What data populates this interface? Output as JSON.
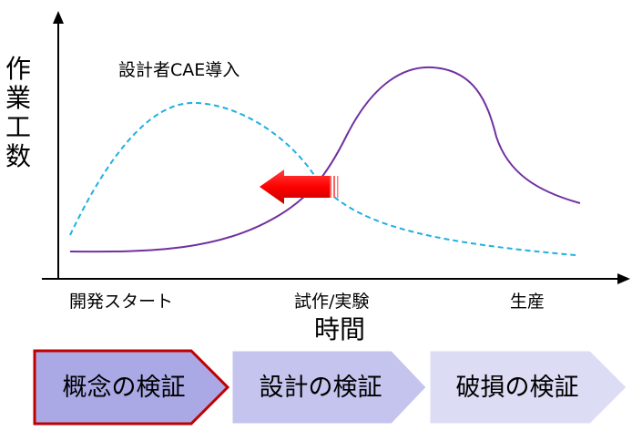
{
  "y_axis_label": "作業工数",
  "x_axis_label": "時間",
  "annotation": "設計者CAE導入",
  "x_ticks": [
    "開発スタート",
    "試作/実験",
    "生産"
  ],
  "stages": [
    {
      "label": "概念の検証",
      "fill": "#aaa9e6",
      "border": "#c00000"
    },
    {
      "label": "設計の検証",
      "fill": "#c4c4ee",
      "border": "#ffffff"
    },
    {
      "label": "破損の検証",
      "fill": "#dcdcf5",
      "border": "#ffffff"
    }
  ],
  "curves": {
    "solid_color": "#7030a0",
    "dashed_color": "#1fb0e0"
  },
  "arrow_color": "#ff0000"
}
